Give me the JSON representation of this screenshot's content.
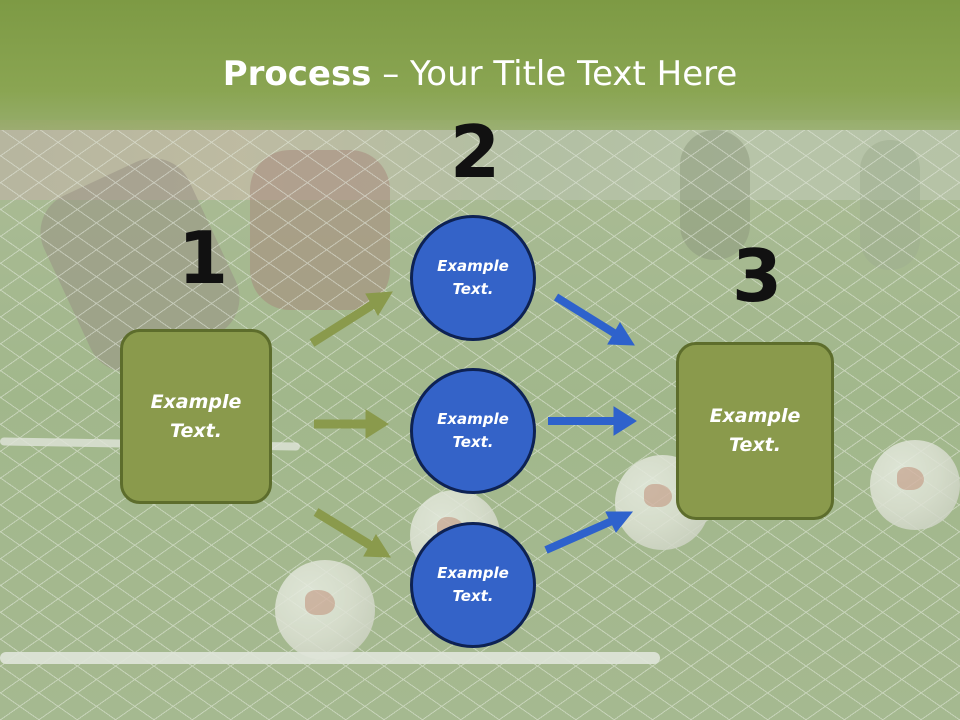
{
  "title": {
    "bold": "Process",
    "rest": " – Your Title Text Here"
  },
  "steps": [
    {
      "number": "1",
      "text": "Example Text."
    },
    {
      "number": "2",
      "items": [
        "Example Text.",
        "Example Text.",
        "Example Text."
      ]
    },
    {
      "number": "3",
      "text": "Example Text."
    }
  ],
  "colors": {
    "title_band": "#7d9a44",
    "box_fill": "#8a9a4c",
    "circle_fill": "#3463c8",
    "green_arrow": "#8a9a4c",
    "blue_arrow": "#2e62cc"
  }
}
